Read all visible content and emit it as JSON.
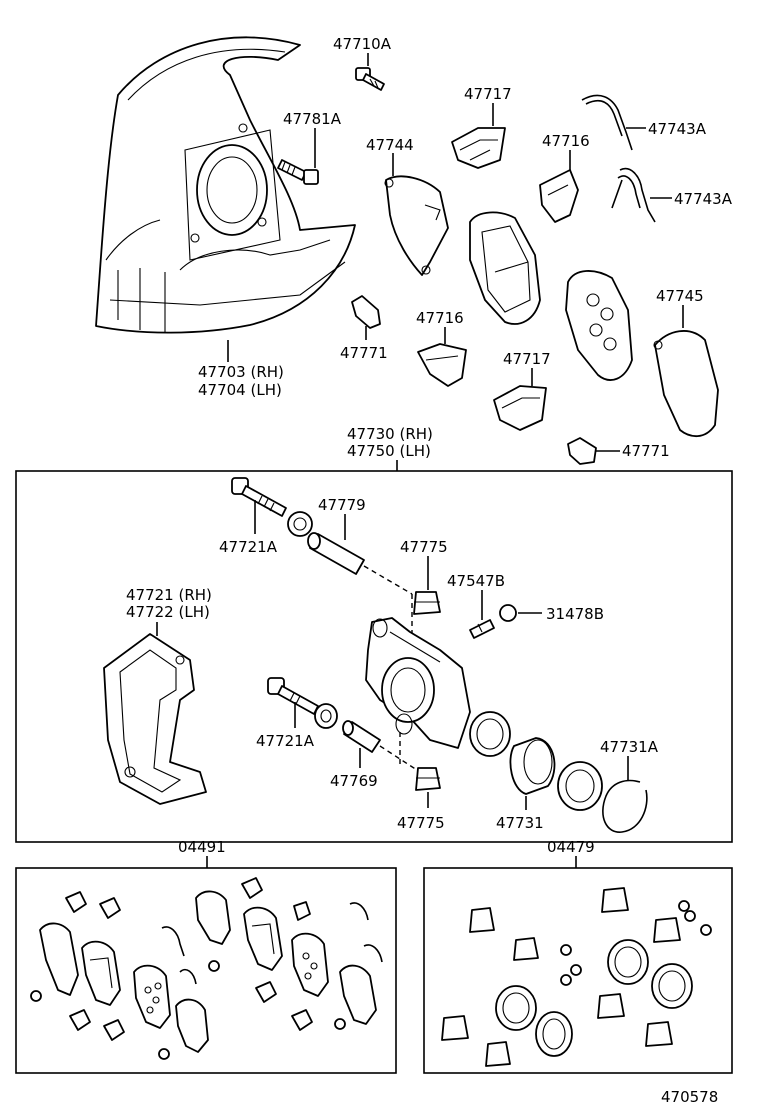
{
  "labels": {
    "p47710A": "47710A",
    "p47717a": "47717",
    "p47743Aa": "47743A",
    "p47781A": "47781A",
    "p47744": "47744",
    "p47716a": "47716",
    "p47743Ab": "47743A",
    "p47745": "47745",
    "p47771a": "47771",
    "p47716b": "47716",
    "p47717b": "47717",
    "p47703": "47703 (RH)",
    "p47704": "47704 (LH)",
    "p47771b": "47771",
    "p47730": "47730 (RH)",
    "p47750": "47750 (LH)",
    "p47779": "47779",
    "p47721Aa": "47721A",
    "p47775a": "47775",
    "p47547B": "47547B",
    "p31478B": "31478B",
    "p47721": "47721 (RH)",
    "p47722": "47722 (LH)",
    "p47721Ab": "47721A",
    "p47731A": "47731A",
    "p47769": "47769",
    "p47775b": "47775",
    "p47731": "47731",
    "p04491": "04491",
    "p04479": "04479",
    "diagram_no": "470578"
  }
}
